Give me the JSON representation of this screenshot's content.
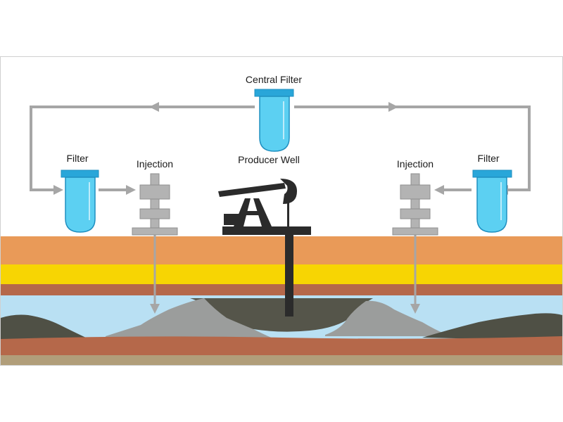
{
  "labels": {
    "central_filter": "Central Filter",
    "left_filter": "Filter",
    "right_filter": "Filter",
    "left_injection": "Injection",
    "right_injection": "Injection",
    "producer_well": "Producer Well"
  },
  "colors": {
    "frame": "#d0d0d0",
    "flow_arrow": "#a6a6a6",
    "filter_cap": "#29a6d9",
    "filter_body": "#5cd0f2",
    "filter_outline": "#1f8fc0",
    "injector": "#b3b3b3",
    "injector_outline": "#8f8f8f",
    "pump_jack": "#2b2b2b",
    "layer_orange": "#e99a58",
    "layer_yellow": "#f7d503",
    "layer_brown": "#b5684a",
    "water": "#b9e0f3",
    "oil_pocket": "#55554a",
    "rock_grey": "#9b9d9c",
    "rock_dark": "#4f5045",
    "layer_tan": "#b19e7a"
  }
}
